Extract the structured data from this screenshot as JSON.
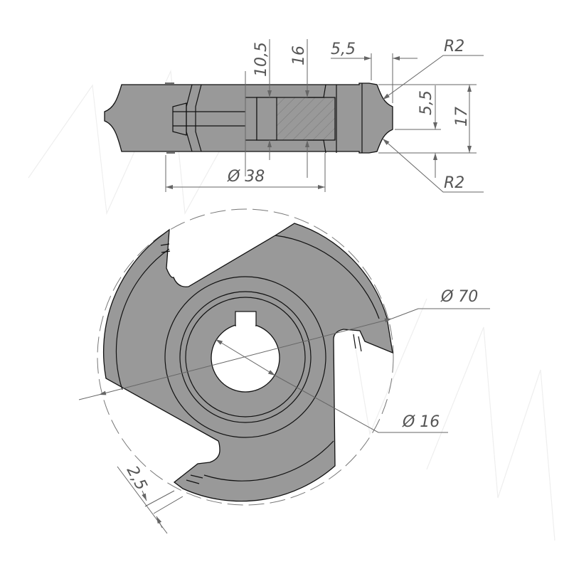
{
  "side_view": {
    "dims": {
      "width_10_5": "10,5",
      "bore_16": "16",
      "tooth_5_5_horizontal": "5,5",
      "radius_top": "R2",
      "tooth_5_5_vertical": "5,5",
      "height_17": "17",
      "radius_bottom": "R2",
      "diameter_38": "Ø 38"
    }
  },
  "front_view": {
    "dims": {
      "diameter_70": "Ø 70",
      "diameter_16": "Ø 16",
      "tooth_2_5": "2,5"
    }
  },
  "colors": {
    "part_fill": "#999999",
    "dimension": "#555555"
  }
}
